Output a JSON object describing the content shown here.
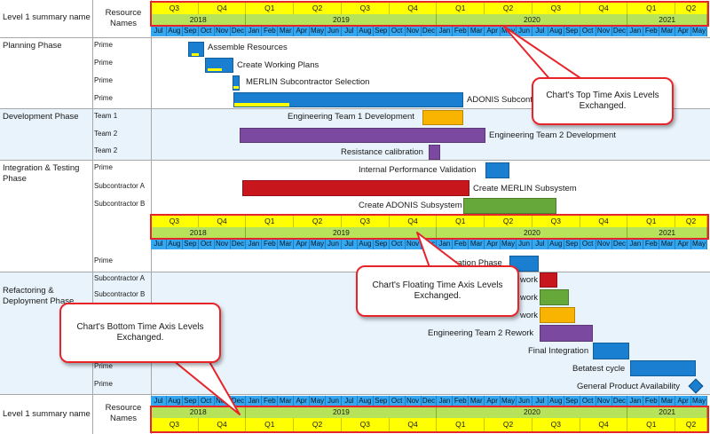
{
  "header": {
    "summary_label": "Level 1 summary name",
    "resource_label": "Resource Names"
  },
  "axis": {
    "quarters": [
      "Q3",
      "Q4",
      "Q1",
      "Q2",
      "Q3",
      "Q4",
      "Q1",
      "Q2",
      "Q3",
      "Q4",
      "Q1",
      "Q2"
    ],
    "years": [
      "2018",
      "2019",
      "2020",
      "2021"
    ],
    "months": [
      "Jul",
      "Aug",
      "Sep",
      "Oct",
      "Nov",
      "Dec",
      "Jan",
      "Feb",
      "Mar",
      "Apr",
      "May",
      "Jun",
      "Jul",
      "Aug",
      "Sep",
      "Oct",
      "Nov",
      "Dec",
      "Jan",
      "Feb",
      "Mar",
      "Apr",
      "May",
      "Jun",
      "Jul",
      "Aug",
      "Sep",
      "Oct",
      "Nov",
      "Dec",
      "Jan",
      "Feb",
      "Mar",
      "Apr",
      "May"
    ]
  },
  "phases": [
    {
      "name": "Planning Phase"
    },
    {
      "name": "Development Phase"
    },
    {
      "name": "Integration & Testing Phase"
    },
    {
      "name": "Refactoring & Deployment Phase"
    }
  ],
  "resources": {
    "planning": [
      "Prime",
      "Prime",
      "Prime",
      "Prime"
    ],
    "development": [
      "Team 1",
      "Team 2",
      "Team 2"
    ],
    "integration": [
      "Prime",
      "Subcontractor A",
      "Subcontractor B"
    ],
    "integration_extra": [
      "Prime"
    ],
    "refactoring": [
      "Subcontractor A",
      "Subcontractor B"
    ],
    "refactoring_extra": [
      "Prime",
      "Prime"
    ]
  },
  "tasks": {
    "assemble": "Assemble Resources",
    "working_plans": "Create Working Plans",
    "merlin_select": "MERLIN Subcontractor Selection",
    "adonis_sub": "ADONIS Subcont",
    "eng1_dev": "Engineering Team 1 Development",
    "eng2_dev": "Engineering Team 2 Development",
    "resistance": "Resistance calibration",
    "internal_perf": "Internal Performance Validation",
    "create_merlin": "Create MERLIN Subsystem",
    "create_adonis": "Create ADONIS Subsystem",
    "integration_phase": "ntegration Phase",
    "rework1": "work",
    "rework2": "work",
    "rework3": "work",
    "eng2_rework": "Engineering Team 2 Rework",
    "final_integration": "Final Integration",
    "betatest": "Betatest cycle",
    "general_avail": "General Product Availability"
  },
  "callouts": {
    "top": "Chart's Top Time Axis Levels Exchanged.",
    "floating": "Chart's Floating Time Axis Levels Exchanged.",
    "bottom": "Chart's Bottom Time Axis Levels Exchanged."
  },
  "colors": {
    "blue": "#1a7fd0",
    "orange": "#f8b400",
    "purple": "#7b4aa0",
    "red": "#c8161d",
    "green": "#66a83a",
    "yellow": "#ffff00",
    "frame": "#e8242b"
  }
}
